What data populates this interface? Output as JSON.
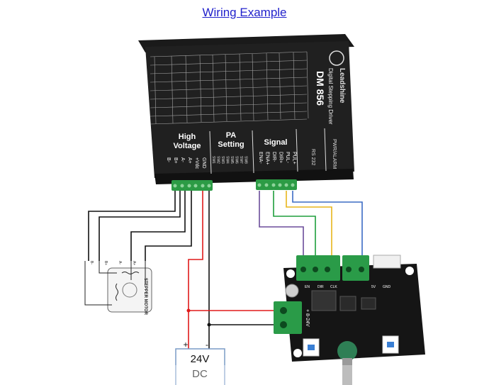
{
  "title": "Wiring Example",
  "driver": {
    "brand": "Leadshine",
    "model": "DM 856",
    "subtitle": "Digital Stepping Driver",
    "high_voltage_label": "High\nVoltage",
    "pa_setting_label": "PA\nSetting",
    "signal_label": "Signal",
    "rs232_label": "RS 232",
    "pwr_alarm_label": "PWR/ALARM",
    "hv_terminals": [
      "B-",
      "B+",
      "A-",
      "A+",
      "+Vdc",
      "GND"
    ],
    "pa_switches": [
      "SW1",
      "SW2",
      "SW3",
      "SW4",
      "SW5",
      "SW6",
      "SW7",
      "SW8"
    ],
    "signal_terminals": [
      "ENA-",
      "ENA+",
      "DIR-",
      "DIR+",
      "PUL-",
      "PUL+"
    ]
  },
  "motor": {
    "label": "STEPPER MOTOR",
    "pins": [
      "B-",
      "B+",
      "A-",
      "A+"
    ]
  },
  "power_supply": {
    "plus": "+",
    "minus": "-",
    "voltage": "24V",
    "type": "DC"
  },
  "controller": {
    "pins": [
      "EN",
      "DIR",
      "CLK",
      "5V",
      "GND"
    ],
    "power_label": "+ 8-24V"
  },
  "colors": {
    "purple_wire": "#6b4c9a",
    "green_wire": "#1e9e3c",
    "yellow_wire": "#e8b51a",
    "blue_wire": "#3b6bc4",
    "red_wire": "#e01a1a",
    "black_wire": "#111111",
    "title_link": "#2222cc"
  }
}
